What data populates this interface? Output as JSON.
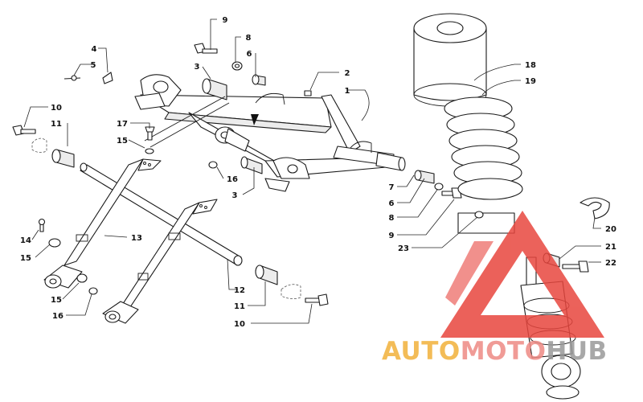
{
  "diagram": {
    "callouts": [
      {
        "id": "c1",
        "text": "9"
      },
      {
        "id": "c2",
        "text": "8"
      },
      {
        "id": "c3",
        "text": "6"
      },
      {
        "id": "c4",
        "text": "4"
      },
      {
        "id": "c5",
        "text": "5"
      },
      {
        "id": "c6",
        "text": "3"
      },
      {
        "id": "c7",
        "text": "2"
      },
      {
        "id": "c8",
        "text": "1"
      },
      {
        "id": "c9",
        "text": "10"
      },
      {
        "id": "c10",
        "text": "11"
      },
      {
        "id": "c11",
        "text": "17"
      },
      {
        "id": "c12",
        "text": "15"
      },
      {
        "id": "c13",
        "text": "16"
      },
      {
        "id": "c14",
        "text": "3"
      },
      {
        "id": "c15",
        "text": "7"
      },
      {
        "id": "c16",
        "text": "6"
      },
      {
        "id": "c17",
        "text": "8"
      },
      {
        "id": "c18",
        "text": "9"
      },
      {
        "id": "c19",
        "text": "23"
      },
      {
        "id": "c20",
        "text": "14"
      },
      {
        "id": "c21",
        "text": "15"
      },
      {
        "id": "c22",
        "text": "13"
      },
      {
        "id": "c23",
        "text": "15"
      },
      {
        "id": "c24",
        "text": "16"
      },
      {
        "id": "c25",
        "text": "12"
      },
      {
        "id": "c26",
        "text": "11"
      },
      {
        "id": "c27",
        "text": "10"
      },
      {
        "id": "c28",
        "text": "18"
      },
      {
        "id": "c29",
        "text": "19"
      },
      {
        "id": "c30",
        "text": "20"
      },
      {
        "id": "c31",
        "text": "21"
      },
      {
        "id": "c32",
        "text": "22"
      }
    ]
  },
  "watermark": {
    "part1": "AUTO",
    "part2": "MOTO",
    "part3": "HUB",
    "color1": "#f2b13a",
    "color2": "#ee8a84",
    "color3": "#9a9a9a",
    "triangle_color": "#e8463e"
  }
}
